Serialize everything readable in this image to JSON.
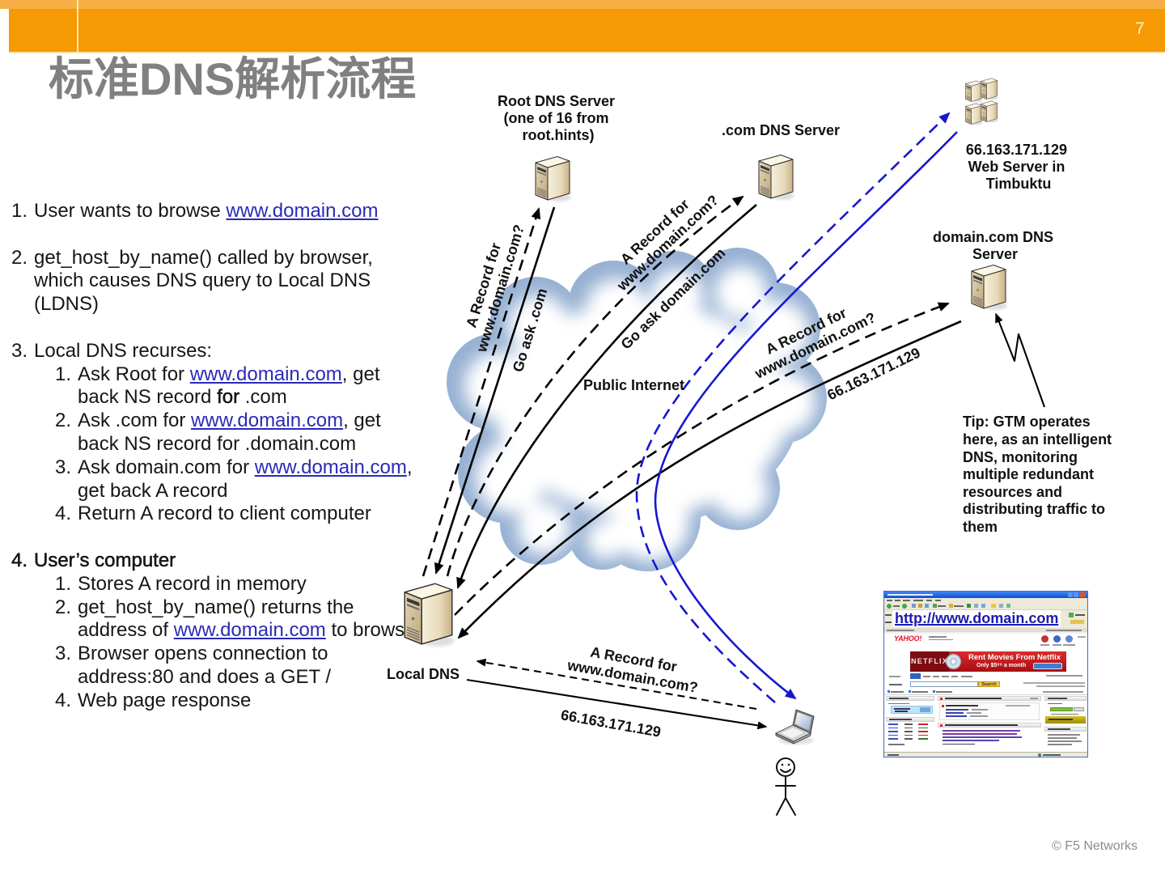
{
  "theme": {
    "header_orange": "#F59A05",
    "header_strip": "#F7AF45",
    "title_gray": "#808080",
    "text_color": "#161616",
    "link_blue": "#2A2AB8",
    "request_blue": "#1717CF",
    "cloud_blue": "#97B1D3"
  },
  "header": {
    "page_number": "7",
    "title": "标准DNS解析流程"
  },
  "steps": [
    {
      "num": "1.",
      "lines": [
        {
          "text": "User wants to browse ",
          "link": "www.domain.com"
        }
      ]
    },
    {
      "num": "2.",
      "lines": [
        {
          "text": "get_host_by_name() called by browser,"
        },
        {
          "text": "which causes DNS query to Local DNS"
        },
        {
          "text": "(LDNS)"
        }
      ]
    },
    {
      "num": "3.",
      "lines": [
        {
          "text": "Local DNS recurses:"
        }
      ],
      "substeps": [
        {
          "num": "1.",
          "lines": [
            {
              "text": "Ask Root for ",
              "link": "www.domain.com",
              "after": ", get"
            },
            {
              "text": "back NS record ",
              "emph": "for",
              "after": " .com"
            }
          ]
        },
        {
          "num": "2.",
          "lines": [
            {
              "text": "Ask .com for ",
              "link": "www.domain.com",
              "after": ", get"
            },
            {
              "text": "back NS record for .domain.com"
            }
          ]
        },
        {
          "num": "3.",
          "lines": [
            {
              "text": "Ask domain.com for ",
              "link": "www.domain.com",
              "after": ","
            },
            {
              "text": "get back A record"
            }
          ]
        },
        {
          "num": "4.",
          "lines": [
            {
              "text": "Return A record to client computer"
            }
          ]
        }
      ]
    },
    {
      "num": "4.",
      "lines": [
        {
          "text": "User’s computer"
        }
      ],
      "substeps": [
        {
          "num": "1.",
          "lines": [
            {
              "text": "Stores A record in memory"
            }
          ]
        },
        {
          "num": "2.",
          "lines": [
            {
              "text": "get_host_by_name() returns the"
            },
            {
              "text": "address of ",
              "link": "www.domain.com",
              "after": " to brows"
            }
          ]
        },
        {
          "num": "3.",
          "lines": [
            {
              "text": "Browser opens connection to"
            },
            {
              "text": "address:80 and does a GET /"
            }
          ]
        },
        {
          "num": "4.",
          "lines": [
            {
              "text": "Web page response"
            }
          ]
        }
      ]
    }
  ],
  "diagram": {
    "cloud": {
      "label": "Public Internet"
    },
    "nodes": {
      "root_dns": {
        "icon": "server-icon",
        "label": [
          "Root DNS Server",
          "(one of 16 from",
          "root.hints)"
        ]
      },
      "com_dns": {
        "icon": "server-icon",
        "label": [
          ".com DNS Server"
        ]
      },
      "web_server": {
        "icon": "server-cluster-icon",
        "label": [
          "66.163.171.129",
          "Web Server in",
          "Timbuktu"
        ]
      },
      "domain_dns": {
        "icon": "server-icon",
        "label": [
          "domain.com DNS",
          "Server"
        ]
      },
      "local_dns": {
        "icon": "server-icon",
        "label": [
          "Local DNS"
        ]
      },
      "client": {
        "icon": "laptop-icon"
      },
      "user": {
        "icon": "stick-figure-icon"
      }
    },
    "flows": {
      "root_query": {
        "from": "local_dns",
        "to": "root_dns",
        "line": "dashed",
        "label": [
          "A Record for",
          "www.domain.com?"
        ]
      },
      "root_answer": {
        "from": "root_dns",
        "to": "local_dns",
        "line": "solid",
        "label": [
          "Go ask .com"
        ]
      },
      "com_query": {
        "from": "local_dns",
        "to": "com_dns",
        "line": "dashed",
        "label": [
          "A Record for",
          "www.domain.com?"
        ]
      },
      "com_answer": {
        "from": "com_dns",
        "to": "local_dns",
        "line": "solid",
        "label": [
          "Go ask domain.com"
        ]
      },
      "domain_query": {
        "from": "local_dns",
        "to": "domain_dns",
        "line": "dashed",
        "label": [
          "A Record for",
          "www.domain.com?"
        ]
      },
      "domain_answer": {
        "from": "domain_dns",
        "to": "local_dns",
        "line": "solid",
        "label": [
          "66.163.171.129"
        ]
      },
      "client_query": {
        "from": "client",
        "to": "local_dns",
        "line": "dashed",
        "label": [
          "A Record for",
          "www.domain.com?"
        ]
      },
      "client_answer": {
        "from": "local_dns",
        "to": "client",
        "line": "solid",
        "label": [
          "66.163.171.129"
        ]
      },
      "http_request": {
        "from": "client",
        "to": "web_server",
        "line": "dashed",
        "color": "blue"
      },
      "http_response": {
        "from": "web_server",
        "to": "client",
        "line": "solid",
        "color": "blue"
      },
      "tip_pointer": {
        "from": "tip",
        "to": "domain_dns",
        "line": "zigzag"
      }
    },
    "tip": {
      "lines": [
        "Tip: GTM operates",
        "here, as an intelligent",
        "DNS, monitoring",
        "multiple redundant",
        "resources and",
        "distributing traffic to",
        "them"
      ]
    }
  },
  "browser_thumbnail": {
    "url": "http://www.domain.com",
    "site_logo": "YAHOO!",
    "ad_brand": "NETFLIX",
    "ad_headline": "Rent Movies From Netflix",
    "ad_subline": "Only $5⁹⁹ a month",
    "search_button": "Search"
  },
  "footer": {
    "copyright": "© F5 Networks"
  }
}
